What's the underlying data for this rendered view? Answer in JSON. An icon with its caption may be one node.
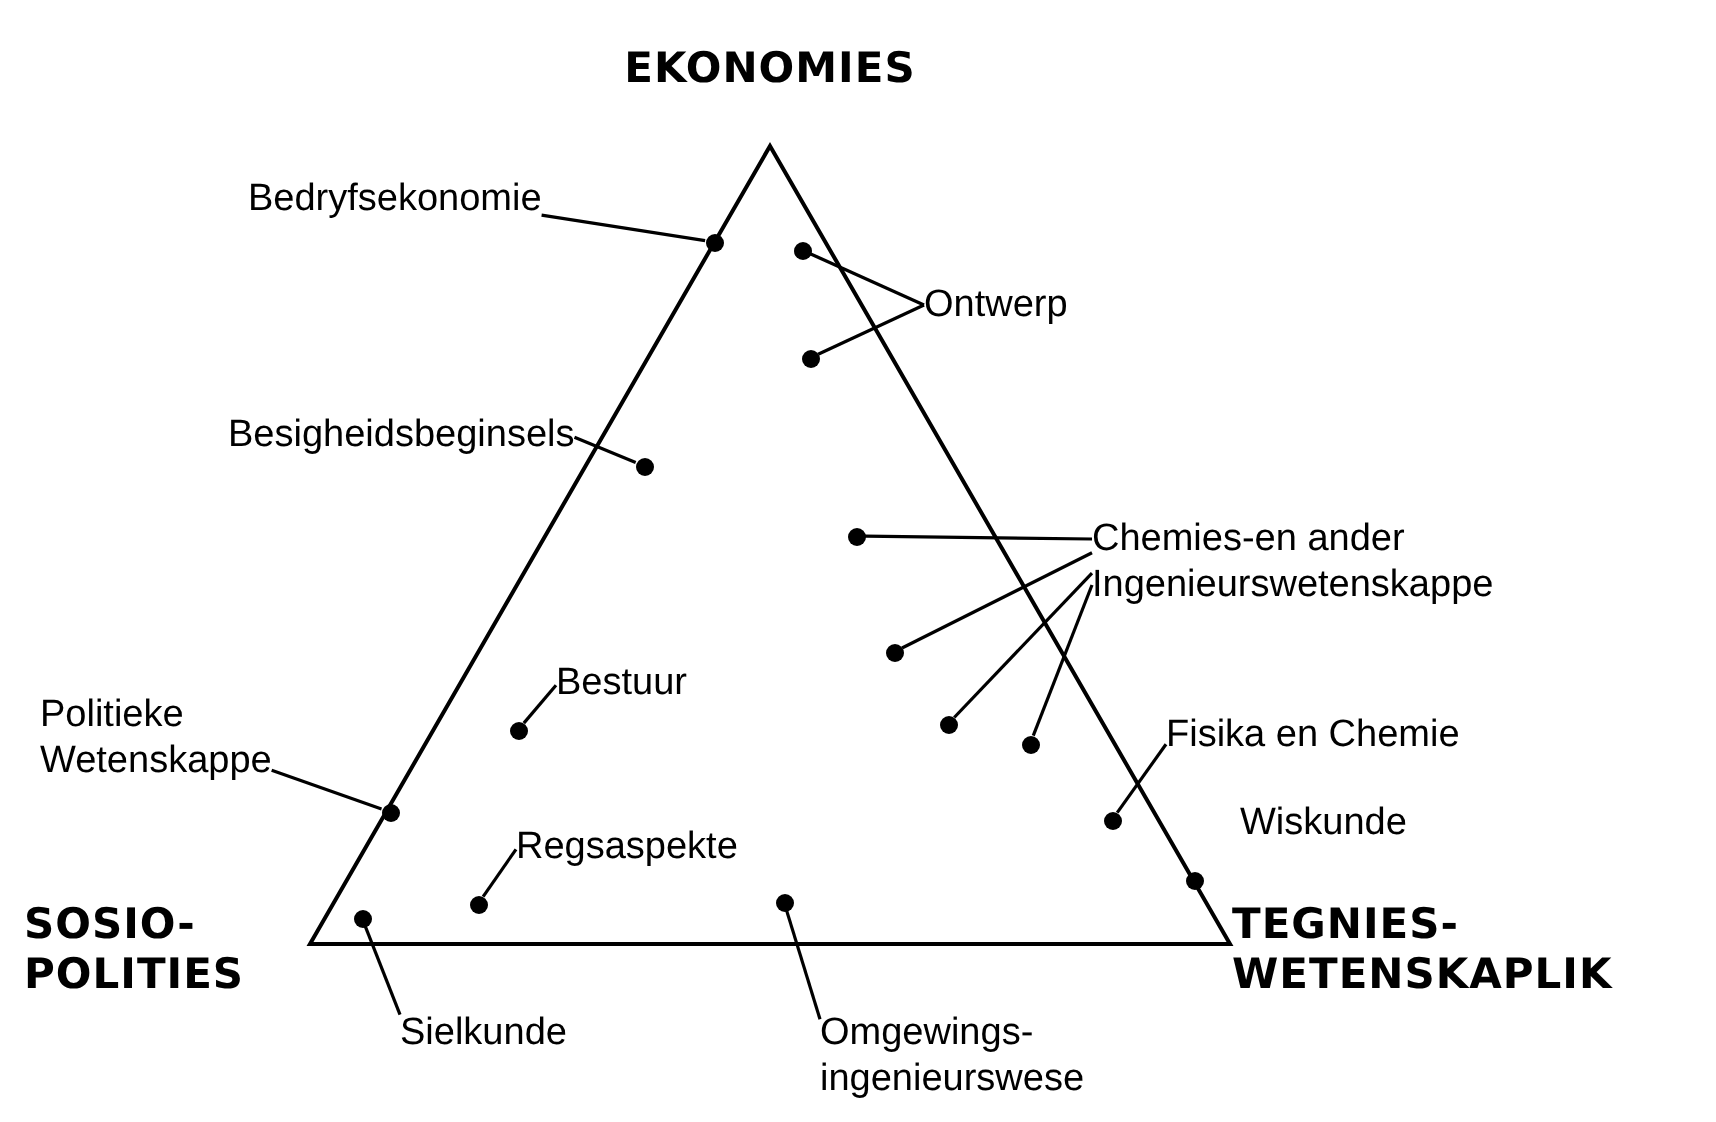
{
  "diagram": {
    "nodes": [
      {
        "text": [
          "Bedryfsekonomie"
        ]
      },
      {
        "text": [],
        "shape": "circle"
      },
      {
        "text": [
          "Ontwerp"
        ]
      },
      {
        "text": [],
        "shape": "circle"
      },
      {
        "text": [],
        "shape": "circle"
      },
      {
        "text": [
          "Besigheidsbeginsels"
        ]
      },
      {
        "text": [],
        "shape": "circle"
      },
      {
        "text": [
          "Chemies-en ander Ingenieurswetenskappe"
        ]
      },
      {
        "text": [],
        "shape": "circle"
      },
      {
        "text": [],
        "shape": "circle"
      },
      {
        "text": [],
        "shape": "circle"
      },
      {
        "text": [],
        "shape": "circle"
      },
      {
        "text": [
          "Politieke Wetenskappe"
        ]
      },
      {
        "text": [
          "Bestuur"
        ]
      },
      {
        "text": [],
        "shape": "circle"
      },
      {
        "text": [
          "Fisika en Chemie"
        ]
      },
      {
        "text": [],
        "shape": "circle"
      },
      {
        "text": [],
        "shape": "circle"
      },
      {
        "text": [],
        "shape": "circle"
      },
      {
        "text": [
          "Regsaspekte"
        ]
      },
      {
        "text": [],
        "shape": "circle"
      },
      {
        "text": [],
        "shape": "circle"
      },
      {
        "text": [],
        "shape": "circle"
      },
      {
        "text": [
          "Sielkunde"
        ]
      },
      {
        "text": [
          "Omgewings- ingenieurswese"
        ]
      }
    ],
    "edges": [
      {
        "from": 0,
        "to": 1,
        "arrow": "none"
      },
      {
        "from": 2,
        "to": 3,
        "arrow": "none"
      },
      {
        "from": 2,
        "to": 4,
        "arrow": "none"
      },
      {
        "from": 5,
        "to": 6,
        "arrow": "none"
      },
      {
        "from": 7,
        "to": 8,
        "arrow": "none"
      },
      {
        "from": 7,
        "to": 9,
        "arrow": "none"
      },
      {
        "from": 7,
        "to": 10,
        "arrow": "none"
      },
      {
        "from": 7,
        "to": 11,
        "arrow": "none"
      },
      {
        "from": 12,
        "to": 17,
        "arrow": "none"
      },
      {
        "from": 13,
        "to": 14,
        "arrow": "none"
      },
      {
        "from": 15,
        "to": 16,
        "arrow": "none"
      },
      {
        "from": 19,
        "to": 20,
        "arrow": "none"
      },
      {
        "from": 23,
        "to": 21,
        "arrow": "none"
      },
      {
        "from": 24,
        "to": 22,
        "arrow": "none"
      }
    ],
    "labels": [
      "EKONOMIES",
      "Wiskunde",
      "SOSIO- POLITIES",
      "TEGNIES- WETENSKAPLIK"
    ]
  }
}
